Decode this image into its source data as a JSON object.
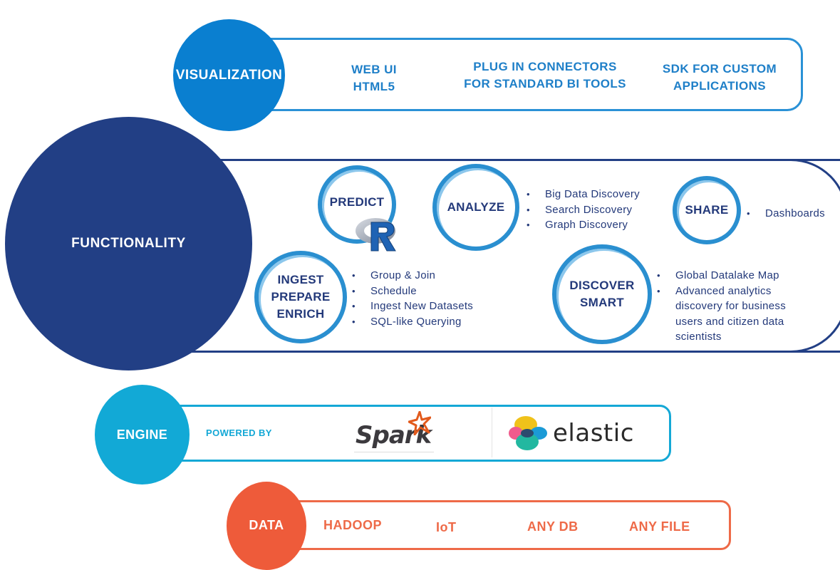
{
  "colors": {
    "visualization": "#0a7fd0",
    "functionality": "#223f85",
    "engine": "#12a9d6",
    "data": "#ee5b3a",
    "ring": "#2a8fd0"
  },
  "visualization": {
    "label": "VISUALIZATION",
    "items": [
      {
        "line1": "WEB UI",
        "line2": "HTML5"
      },
      {
        "line1": "PLUG IN CONNECTORS",
        "line2": "FOR STANDARD  BI TOOLS"
      },
      {
        "line1": "SDK FOR CUSTOM",
        "line2": "APPLICATIONS"
      }
    ]
  },
  "functionality": {
    "label": "FUNCTIONALITY",
    "predict": {
      "label": "PREDICT",
      "logo": "R"
    },
    "analyze": {
      "label": "ANALYZE",
      "bullets": [
        "Big Data Discovery",
        "Search Discovery",
        "Graph Discovery"
      ]
    },
    "share": {
      "label": "SHARE",
      "bullets": [
        "Dashboards"
      ]
    },
    "ingest": {
      "line1": "INGEST",
      "line2": "PREPARE",
      "line3": "ENRICH",
      "bullets": [
        "Group & Join",
        "Schedule",
        "Ingest New Datasets",
        "SQL-like Querying"
      ]
    },
    "discover": {
      "line1": "DISCOVER",
      "line2": "SMART",
      "bullets": [
        "Global Datalake Map",
        "Advanced analytics discovery for business users and citizen data scientists"
      ]
    }
  },
  "engine": {
    "label": "ENGINE",
    "powered_by": "POWERED BY",
    "spark_logo_text": "Spark",
    "elastic_logo_text": "elastic"
  },
  "data": {
    "label": "DATA",
    "items": [
      "HADOOP",
      "IoT",
      "ANY DB",
      "ANY FILE"
    ]
  }
}
